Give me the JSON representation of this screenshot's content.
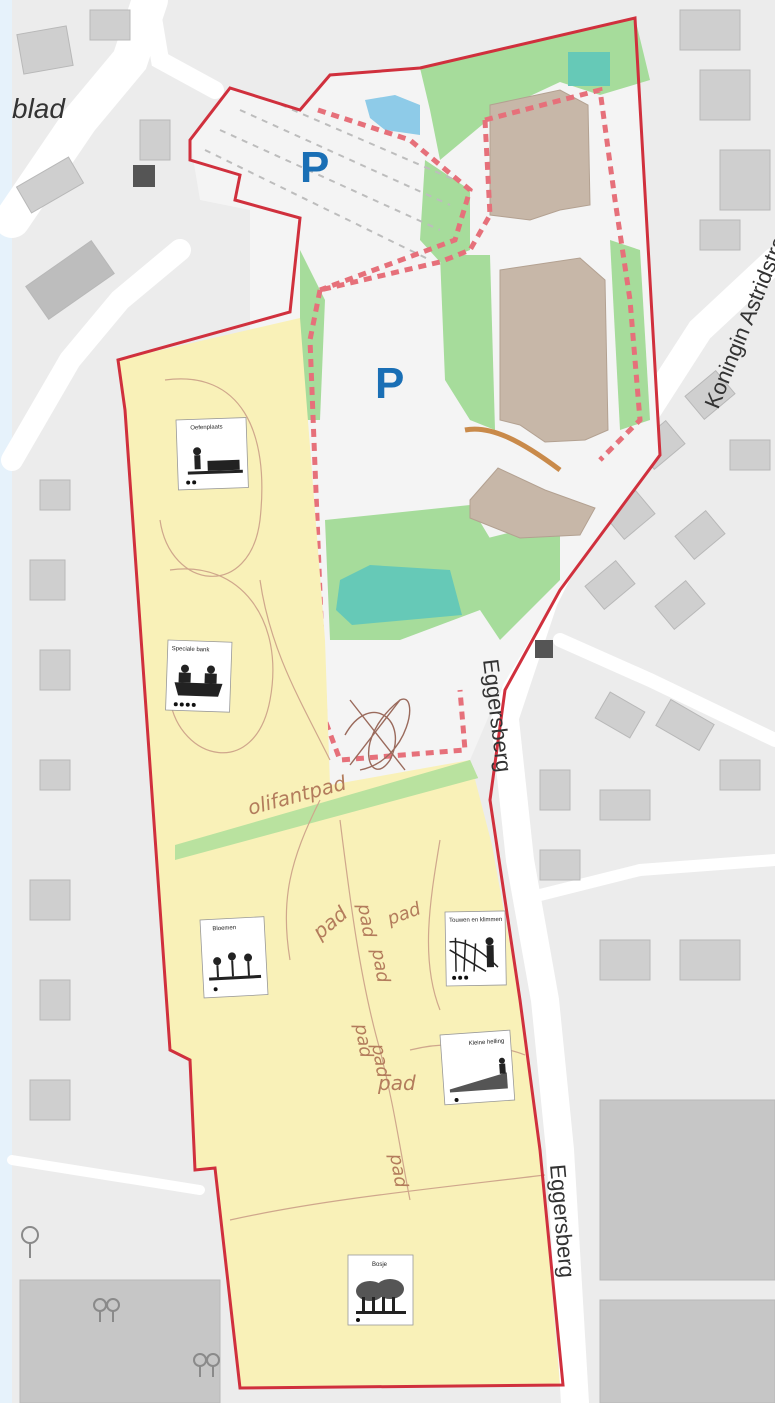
{
  "map": {
    "street_labels": {
      "top_left": "blad",
      "koningin": "Koningin Astridstraat",
      "eggersberg_upper": "Eggersberg",
      "eggersberg_lower": "Eggersberg"
    },
    "parking": {
      "upper": "P",
      "lower": "P"
    },
    "pencil_notes": [
      "pad",
      "pad",
      "pad",
      "pad",
      "pad",
      "pad",
      "pad",
      "pad",
      "olifantpad"
    ],
    "pois": [
      {
        "title": "Oefenplaats",
        "dots": 2
      },
      {
        "title": "Speciale bank",
        "dots": 4
      },
      {
        "title": "Bloemen",
        "dots": 1
      },
      {
        "title": "Touwen en klimmen",
        "dots": 3
      },
      {
        "title": "Kleine helling",
        "dots": 1
      },
      {
        "title": "Bosje",
        "dots": 1
      }
    ],
    "colors": {
      "boundary": "#d0303d",
      "park_area": "#f9f1b8",
      "green": "#a6dc9b",
      "water": "#66c9b7",
      "building": "#c7b7a8",
      "parking_p": "#1a6fb5"
    }
  }
}
